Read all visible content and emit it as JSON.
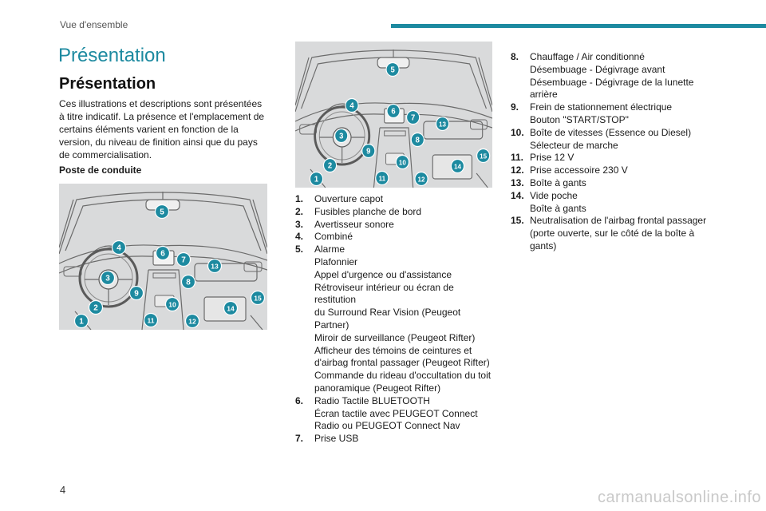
{
  "header": {
    "section_label": "Vue d'ensemble",
    "accent_color": "#1d8aa0"
  },
  "page": {
    "title": "Présentation",
    "subtitle": "Présentation",
    "intro": "Ces illustrations et descriptions sont présentées à titre indicatif. La présence et l'emplacement de certains éléments varient en fonction de la version, du niveau de finition ainsi que du pays de commercialisation.",
    "subheading": "Poste de conduite",
    "page_number": "4"
  },
  "callouts": [
    "1",
    "2",
    "3",
    "4",
    "5",
    "6",
    "7",
    "8",
    "9",
    "10",
    "11",
    "12",
    "13",
    "14",
    "15"
  ],
  "legend": [
    {
      "num": "1.",
      "lines": [
        "Ouverture capot"
      ]
    },
    {
      "num": "2.",
      "lines": [
        "Fusibles planche de bord"
      ]
    },
    {
      "num": "3.",
      "lines": [
        "Avertisseur sonore"
      ]
    },
    {
      "num": "4.",
      "lines": [
        "Combiné"
      ]
    },
    {
      "num": "5.",
      "lines": [
        "Alarme",
        "Plafonnier",
        "Appel d'urgence ou d'assistance",
        "Rétroviseur intérieur ou écran de restitution",
        "du Surround Rear Vision (Peugeot Partner)",
        "Miroir de surveillance (Peugeot Rifter)",
        "Afficheur des témoins de ceintures et",
        "d'airbag frontal passager (Peugeot Rifter)",
        "Commande du rideau d'occultation du toit",
        "panoramique (Peugeot Rifter)"
      ]
    },
    {
      "num": "6.",
      "lines": [
        "Radio Tactile BLUETOOTH",
        "Écran tactile avec PEUGEOT Connect",
        "Radio ou PEUGEOT Connect Nav"
      ]
    },
    {
      "num": "7.",
      "lines": [
        "Prise USB"
      ]
    },
    {
      "num": "8.",
      "lines": [
        "Chauffage / Air conditionné",
        "Désembuage - Dégivrage avant",
        "Désembuage - Dégivrage de la lunette",
        "arrière"
      ]
    },
    {
      "num": "9.",
      "lines": [
        "Frein de stationnement électrique",
        "Bouton \"START/STOP\""
      ]
    },
    {
      "num": "10.",
      "lines": [
        "Boîte de vitesses (Essence ou Diesel)",
        "Sélecteur de marche"
      ]
    },
    {
      "num": "11.",
      "lines": [
        "Prise 12 V"
      ]
    },
    {
      "num": "12.",
      "lines": [
        "Prise accessoire 230 V"
      ]
    },
    {
      "num": "13.",
      "lines": [
        "Boîte à gants"
      ]
    },
    {
      "num": "14.",
      "lines": [
        "Vide poche",
        "Boîte à gants"
      ]
    },
    {
      "num": "15.",
      "lines": [
        "Neutralisation de l'airbag frontal passager",
        "(porte ouverte, sur le côté de la boîte à",
        "gants)"
      ]
    }
  ],
  "watermark": "carmanualsonline.info"
}
